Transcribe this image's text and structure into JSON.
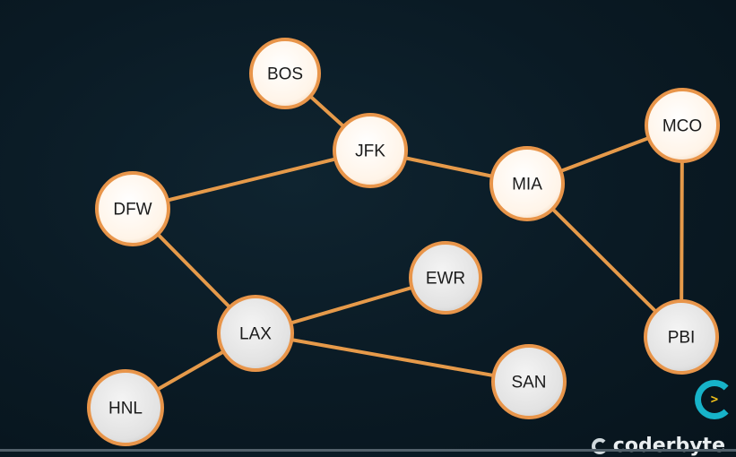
{
  "diagram": {
    "nodes": [
      {
        "id": "BOS",
        "label": "BOS",
        "style": "orange"
      },
      {
        "id": "JFK",
        "label": "JFK",
        "style": "orange"
      },
      {
        "id": "MIA",
        "label": "MIA",
        "style": "orange"
      },
      {
        "id": "MCO",
        "label": "MCO",
        "style": "orange"
      },
      {
        "id": "DFW",
        "label": "DFW",
        "style": "orange"
      },
      {
        "id": "EWR",
        "label": "EWR",
        "style": "gray"
      },
      {
        "id": "LAX",
        "label": "LAX",
        "style": "gray"
      },
      {
        "id": "PBI",
        "label": "PBI",
        "style": "gray"
      },
      {
        "id": "SAN",
        "label": "SAN",
        "style": "gray"
      },
      {
        "id": "HNL",
        "label": "HNL",
        "style": "gray"
      }
    ],
    "edges": [
      [
        "BOS",
        "JFK"
      ],
      [
        "JFK",
        "DFW"
      ],
      [
        "JFK",
        "MIA"
      ],
      [
        "MIA",
        "MCO"
      ],
      [
        "MIA",
        "PBI"
      ],
      [
        "MCO",
        "PBI"
      ],
      [
        "DFW",
        "LAX"
      ],
      [
        "LAX",
        "EWR"
      ],
      [
        "LAX",
        "SAN"
      ],
      [
        "LAX",
        "HNL"
      ]
    ]
  },
  "colors": {
    "edge": "#e69a4a",
    "node_border": "#e8954a",
    "orange_fill": "#fff7ef",
    "gray_fill": "#e6e6e6",
    "brand_accent": "#17b3c9"
  },
  "brand": {
    "name": "coderbyte"
  }
}
